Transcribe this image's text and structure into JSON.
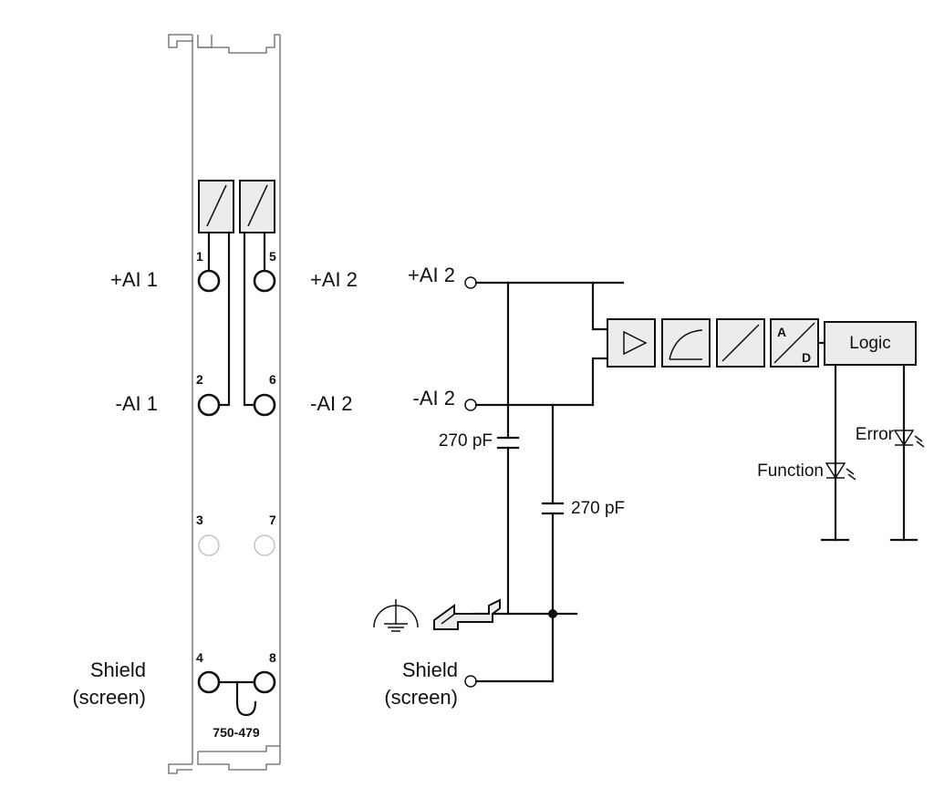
{
  "module": {
    "part_number": "750-479",
    "terminals": [
      {
        "number": "1",
        "label": "+AI 1"
      },
      {
        "number": "2",
        "label": "-AI 1"
      },
      {
        "number": "3",
        "label": ""
      },
      {
        "number": "4",
        "label": "Shield\n(screen)"
      },
      {
        "number": "5",
        "label": "+AI 2"
      },
      {
        "number": "6",
        "label": "-AI 2"
      },
      {
        "number": "7",
        "label": ""
      },
      {
        "number": "8",
        "label": ""
      }
    ],
    "left_labels": {
      "ai1_plus": "+AI 1",
      "ai1_minus": "-AI 1",
      "shield_line1": "Shield",
      "shield_line2": "(screen)"
    },
    "right_labels": {
      "ai2_plus": "+AI 2",
      "ai2_minus": "-AI 2"
    }
  },
  "schematic": {
    "input_plus": "+AI 2",
    "input_minus": "-AI 2",
    "capacitor_1": "270 pF",
    "capacitor_2": "270 pF",
    "shield_line1": "Shield",
    "shield_line2": "(screen)",
    "ad_top": "A",
    "ad_bottom": "D",
    "logic": "Logic",
    "led_function": "Function",
    "led_error": "Error"
  }
}
